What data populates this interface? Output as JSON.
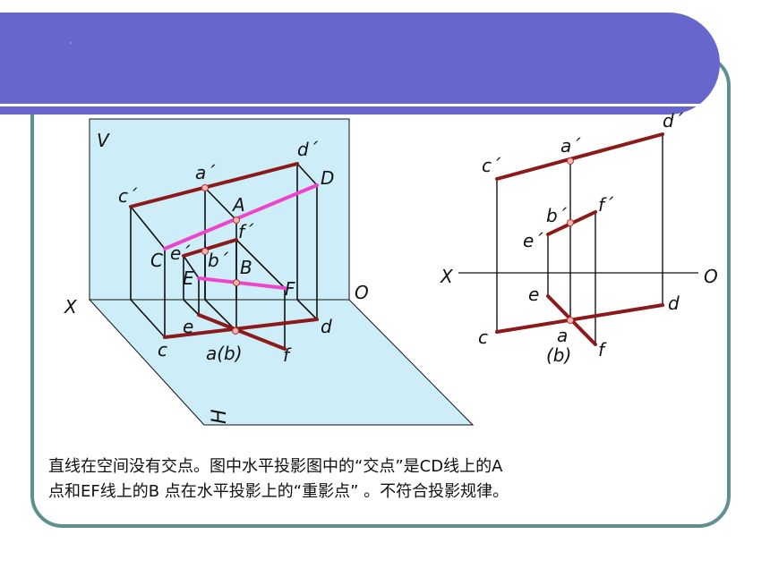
{
  "caption": {
    "line1": "直线在空间没有交点。图中水平投影图中的“交点”是CD线上的A",
    "line2": "点和EF线上的B 点在水平投影上的“重影点” 。不符合投影规律。"
  },
  "left_diagram": {
    "labels": {
      "V": "V",
      "X": "X",
      "O": "O",
      "H": "H",
      "c_prime": "c´",
      "a_prime": "a´",
      "d_prime": "d´",
      "A": "A",
      "D": "D",
      "f_prime": "f´",
      "C": "C",
      "e_prime": "e´",
      "b_prime": "b´",
      "E": "E",
      "B": "B",
      "F": "F",
      "e": "e",
      "d": "d",
      "c": "c",
      "ab": "a(b)",
      "f": "f"
    }
  },
  "right_diagram": {
    "labels": {
      "c_prime": "c´",
      "a_prime": "a´",
      "d_prime": "d´",
      "f_prime": "f´",
      "b_prime": "b´",
      "e_prime": "e´",
      "X": "X",
      "O": "O",
      "e": "e",
      "d": "d",
      "c": "c",
      "a": "a",
      "b": "(b)",
      "f": "f"
    }
  },
  "colors": {
    "banner": "#6666cc",
    "frame": "#5f8f8f",
    "plane": "#cdeef8",
    "line_dark": "#8b1a1a",
    "line_pink": "#ee44cc"
  }
}
